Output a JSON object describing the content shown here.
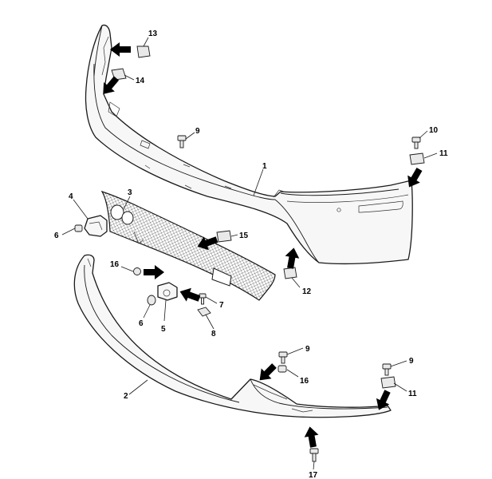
{
  "callouts": {
    "c1": "1",
    "c2": "2",
    "c3": "3",
    "c4": "4",
    "c5": "5",
    "c6a": "6",
    "c6b": "6",
    "c7": "7",
    "c8": "8",
    "c9a": "9",
    "c9b": "9",
    "c9c": "9",
    "c10": "10",
    "c11a": "11",
    "c11b": "11",
    "c12": "12",
    "c13": "13",
    "c14": "14",
    "c15": "15",
    "c16a": "16",
    "c16b": "16",
    "c17": "17"
  }
}
